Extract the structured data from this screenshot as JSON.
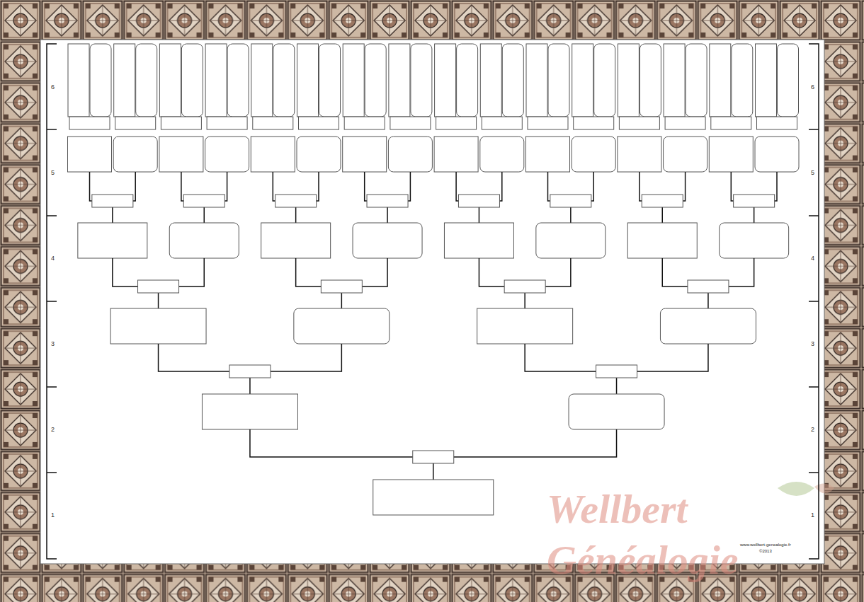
{
  "diagram": {
    "labels": [
      "6",
      "6",
      "5",
      "5",
      "4",
      "4",
      "3",
      "3",
      "2",
      "2",
      "1",
      "1",
      "Wellbert Généalogie",
      "www.wellbert-genealogie.fr",
      "©2013"
    ]
  }
}
